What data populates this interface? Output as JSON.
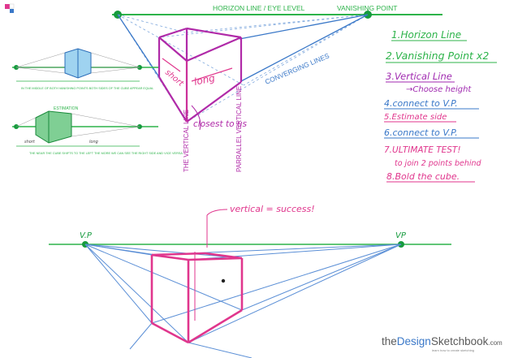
{
  "top": {
    "horizon_label": "HORIZON LINE / EYE LEVEL",
    "vp_label": "VANISHING POINT",
    "converging_label": "CONVERGING LINES",
    "vertical_label": "THE VERTICAL LINE",
    "parallel_label": "PARRALLEL VERTICAL LINE",
    "short_label": "short",
    "long_label": "long",
    "closest_label": "closest to us",
    "colors": {
      "horizon": "#2db34a",
      "vp": "#169b3e",
      "cube": "#b02aa8",
      "blue": "#3a78c8",
      "pink": "#e0368d"
    }
  },
  "mini": {
    "top_caption": "IN THE MIDDLE OF BOTH VANISHING POINTS BOTH SIDES OF THE CUBE APPEAR EQUAL",
    "estimation_label": "ESTIMATION",
    "short_label": "short",
    "long_label": "long",
    "bottom_caption": "THE NEAR THE CUBE SHIFTS TO THE LEFT THE MORE WE CAN SEE THE RIGHT SIDE AND VICE VERSA"
  },
  "steps": [
    {
      "text": "1.Horizon Line",
      "color": "#2db34a"
    },
    {
      "text": "2.Vanishing Point x2",
      "color": "#2db34a"
    },
    {
      "text": "3.Vertical Line",
      "color": "#a02ab0"
    },
    {
      "text": "→Choose height",
      "color": "#a02ab0"
    },
    {
      "text": "4.connect to V.P.",
      "color": "#3a78c8"
    },
    {
      "text": "5.Estimate side",
      "color": "#e0368d"
    },
    {
      "text": "6.connect to V.P.",
      "color": "#3a78c8"
    },
    {
      "text": "7.ULTIMATE TEST!",
      "color": "#e0368d"
    },
    {
      "text": "to join 2 points behind",
      "color": "#e0368d"
    },
    {
      "text": "8.Bold the cube.",
      "color": "#e0368d"
    }
  ],
  "bottom": {
    "vp_left": "V.P",
    "vp_right": "VP",
    "success": "vertical = success!"
  },
  "brand": {
    "name_a": "the",
    "name_b": "Design",
    "name_c": "Sketchbook",
    "name_d": ".com",
    "tagline": "learn how to create sketching"
  }
}
